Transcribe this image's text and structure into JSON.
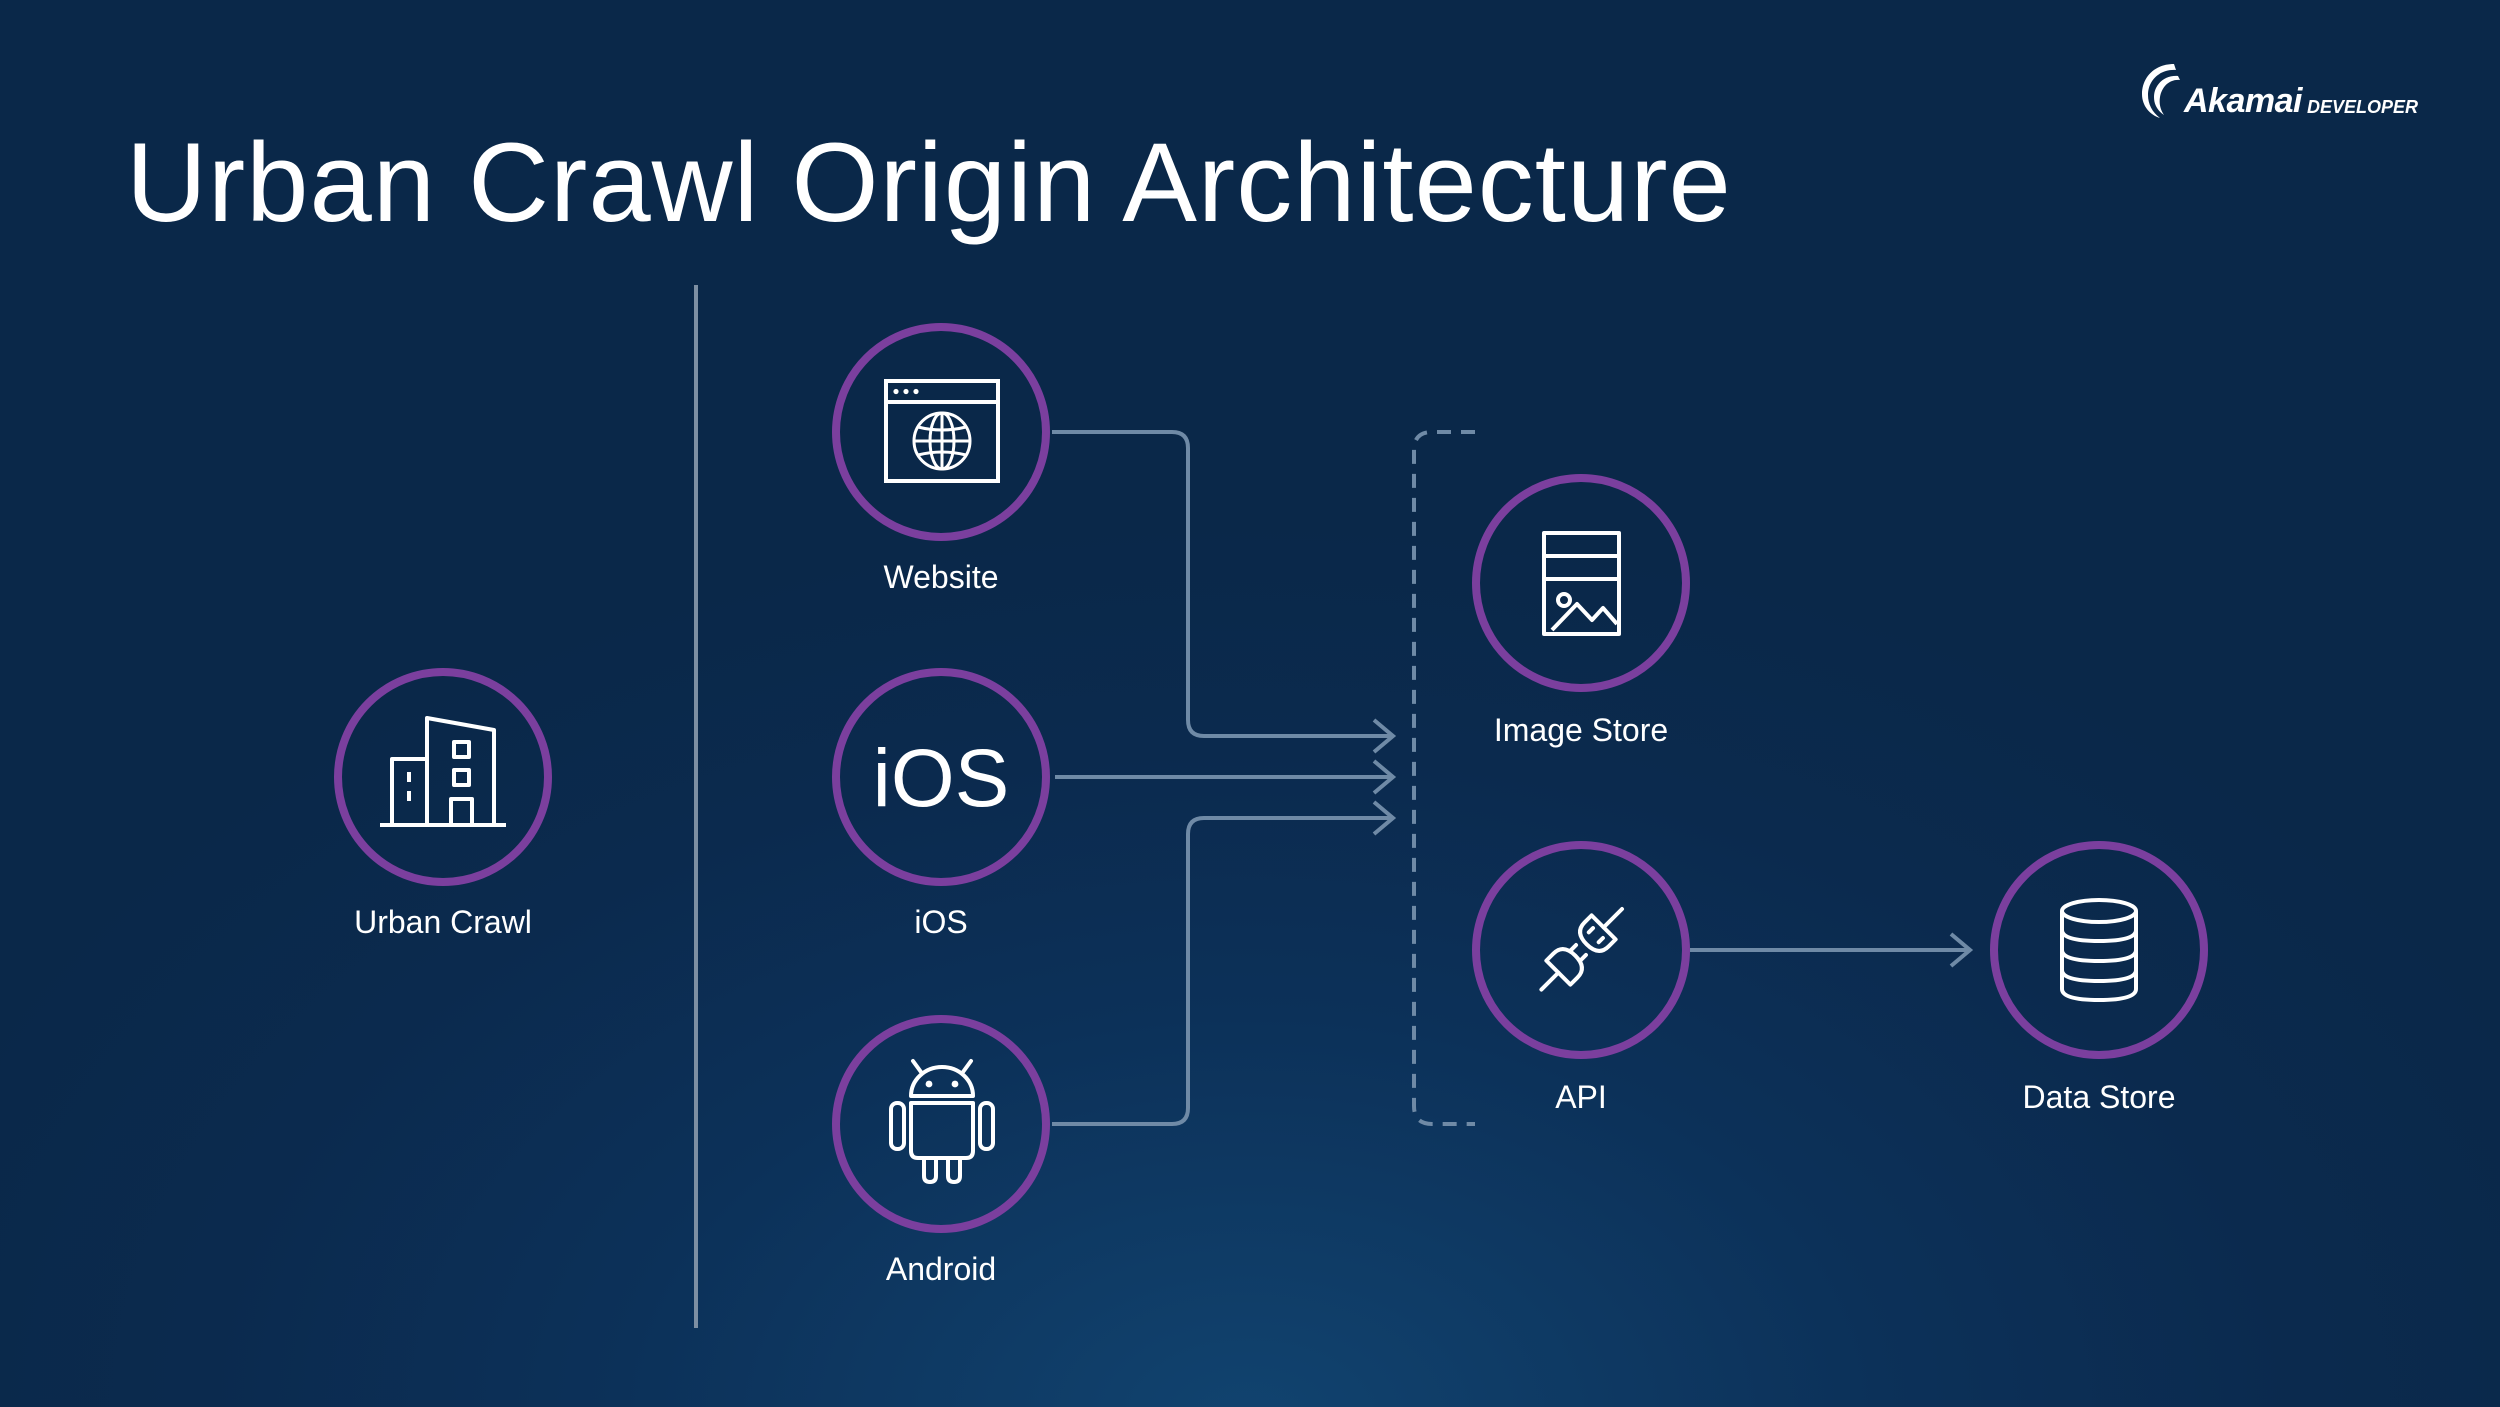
{
  "title": "Urban Crawl Origin Architecture",
  "logo": {
    "brand": "Akamai",
    "sub": "DEVELOPER"
  },
  "nodes": {
    "urban_crawl": "Urban Crawl",
    "website": "Website",
    "ios": "iOS",
    "ios_glyph": "iOS",
    "android": "Android",
    "image_store": "Image Store",
    "api": "API",
    "data_store": "Data Store"
  },
  "colors": {
    "background": "#0b2a4e",
    "circle_ring": "#7b3f9e",
    "connector": "#6f8aa6",
    "divider": "#7d8fa3",
    "text": "#ffffff"
  },
  "icons": {
    "urban_crawl": "building-icon",
    "website": "browser-globe-icon",
    "ios": "ios-text-icon",
    "android": "android-icon",
    "image_store": "image-storage-icon",
    "api": "plug-icon",
    "data_store": "database-icon"
  }
}
